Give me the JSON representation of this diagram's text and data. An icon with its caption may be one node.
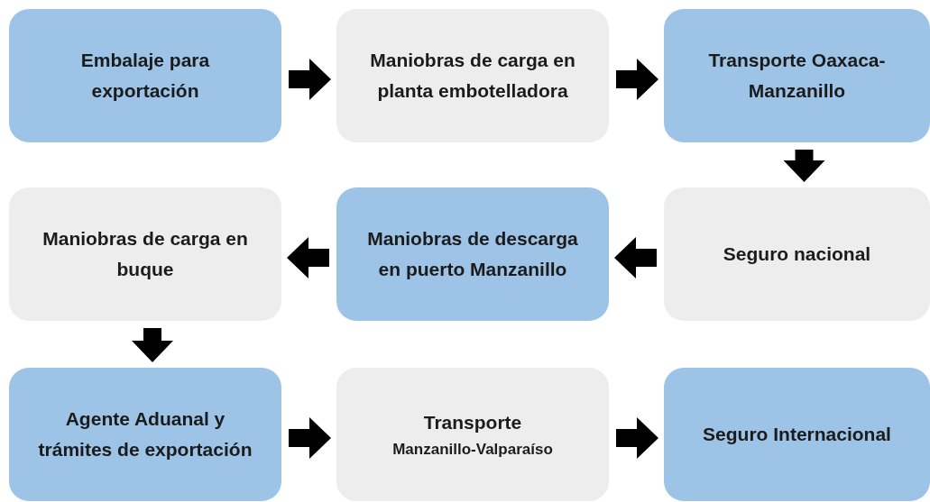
{
  "diagram": {
    "nodes": [
      {
        "text": [
          "Embalaje para exportación"
        ]
      },
      {
        "text": [
          "Maniobras de carga en planta embotelladora"
        ]
      },
      {
        "text": [
          "Transporte Oaxaca-Manzanillo"
        ]
      },
      {
        "text": [
          "Seguro nacional"
        ]
      },
      {
        "text": [
          "Maniobras de descarga en puerto Manzanillo"
        ]
      },
      {
        "text": [
          "Maniobras de carga en buque"
        ]
      },
      {
        "text": [
          "Agente Aduanal y trámites de exportación"
        ]
      },
      {
        "text": [
          "Transporte",
          "Manzanillo-Valparaíso"
        ]
      },
      {
        "text": [
          "Seguro Internacional"
        ]
      }
    ],
    "edges": [
      {
        "from": 0,
        "to": 1,
        "arrow": "to"
      },
      {
        "from": 1,
        "to": 2,
        "arrow": "to"
      },
      {
        "from": 2,
        "to": 3,
        "arrow": "to"
      },
      {
        "from": 3,
        "to": 4,
        "arrow": "to"
      },
      {
        "from": 4,
        "to": 5,
        "arrow": "to"
      },
      {
        "from": 5,
        "to": 6,
        "arrow": "to"
      },
      {
        "from": 6,
        "to": 7,
        "arrow": "to"
      },
      {
        "from": 7,
        "to": 8,
        "arrow": "to"
      }
    ]
  }
}
